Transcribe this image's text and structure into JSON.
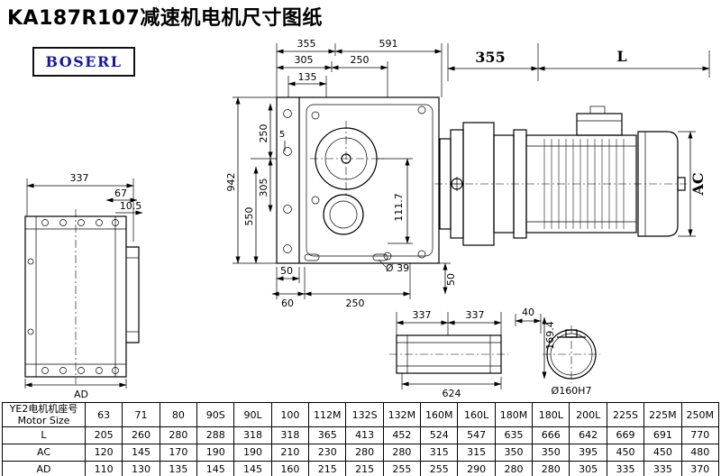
{
  "page": {
    "title": "KA187R107减速机电机尺寸图纸",
    "logo": "BOSERL"
  },
  "dims": {
    "side_view": {
      "d337": "337",
      "d67": "67",
      "d10_5": "10.5",
      "dAD": "AD"
    },
    "front_view": {
      "d355": "355",
      "d591": "591",
      "d305_top": "305",
      "d250_top": "250",
      "d135": "135",
      "d250_left": "250",
      "d5": "5",
      "d305_left": "305",
      "d550": "550",
      "d942": "942",
      "d111_7": "111.7",
      "d50_bl": "50",
      "d60": "60",
      "d250_bottom": "250",
      "d39": "Ø 39",
      "d50_br": "50"
    },
    "motor_view": {
      "d355": "355",
      "dL": "L",
      "dAC": "AC"
    },
    "shaft_view": {
      "d337_a": "337",
      "d337_b": "337",
      "d624": "624"
    },
    "bore_view": {
      "d40": "40",
      "d169_4": "169.4",
      "d160": "Ø160H7"
    }
  },
  "table": {
    "row_header_line1": "YE2电机机座号",
    "row_header_line2": "Motor Size",
    "columns": [
      "63",
      "71",
      "80",
      "90S",
      "90L",
      "100",
      "112M",
      "132S",
      "132M",
      "160M",
      "160L",
      "180M",
      "180L",
      "200L",
      "225S",
      "225M",
      "250M"
    ],
    "rows": [
      {
        "label": "L",
        "values": [
          "205",
          "260",
          "280",
          "288",
          "318",
          "318",
          "365",
          "413",
          "452",
          "524",
          "547",
          "635",
          "666",
          "642",
          "669",
          "691",
          "770"
        ]
      },
      {
        "label": "AC",
        "values": [
          "120",
          "145",
          "170",
          "190",
          "190",
          "210",
          "230",
          "280",
          "280",
          "315",
          "315",
          "350",
          "350",
          "395",
          "450",
          "450",
          "480"
        ]
      },
      {
        "label": "AD",
        "values": [
          "110",
          "130",
          "135",
          "145",
          "145",
          "160",
          "215",
          "215",
          "255",
          "255",
          "290",
          "280",
          "280",
          "305",
          "335",
          "335",
          "370"
        ]
      }
    ]
  }
}
